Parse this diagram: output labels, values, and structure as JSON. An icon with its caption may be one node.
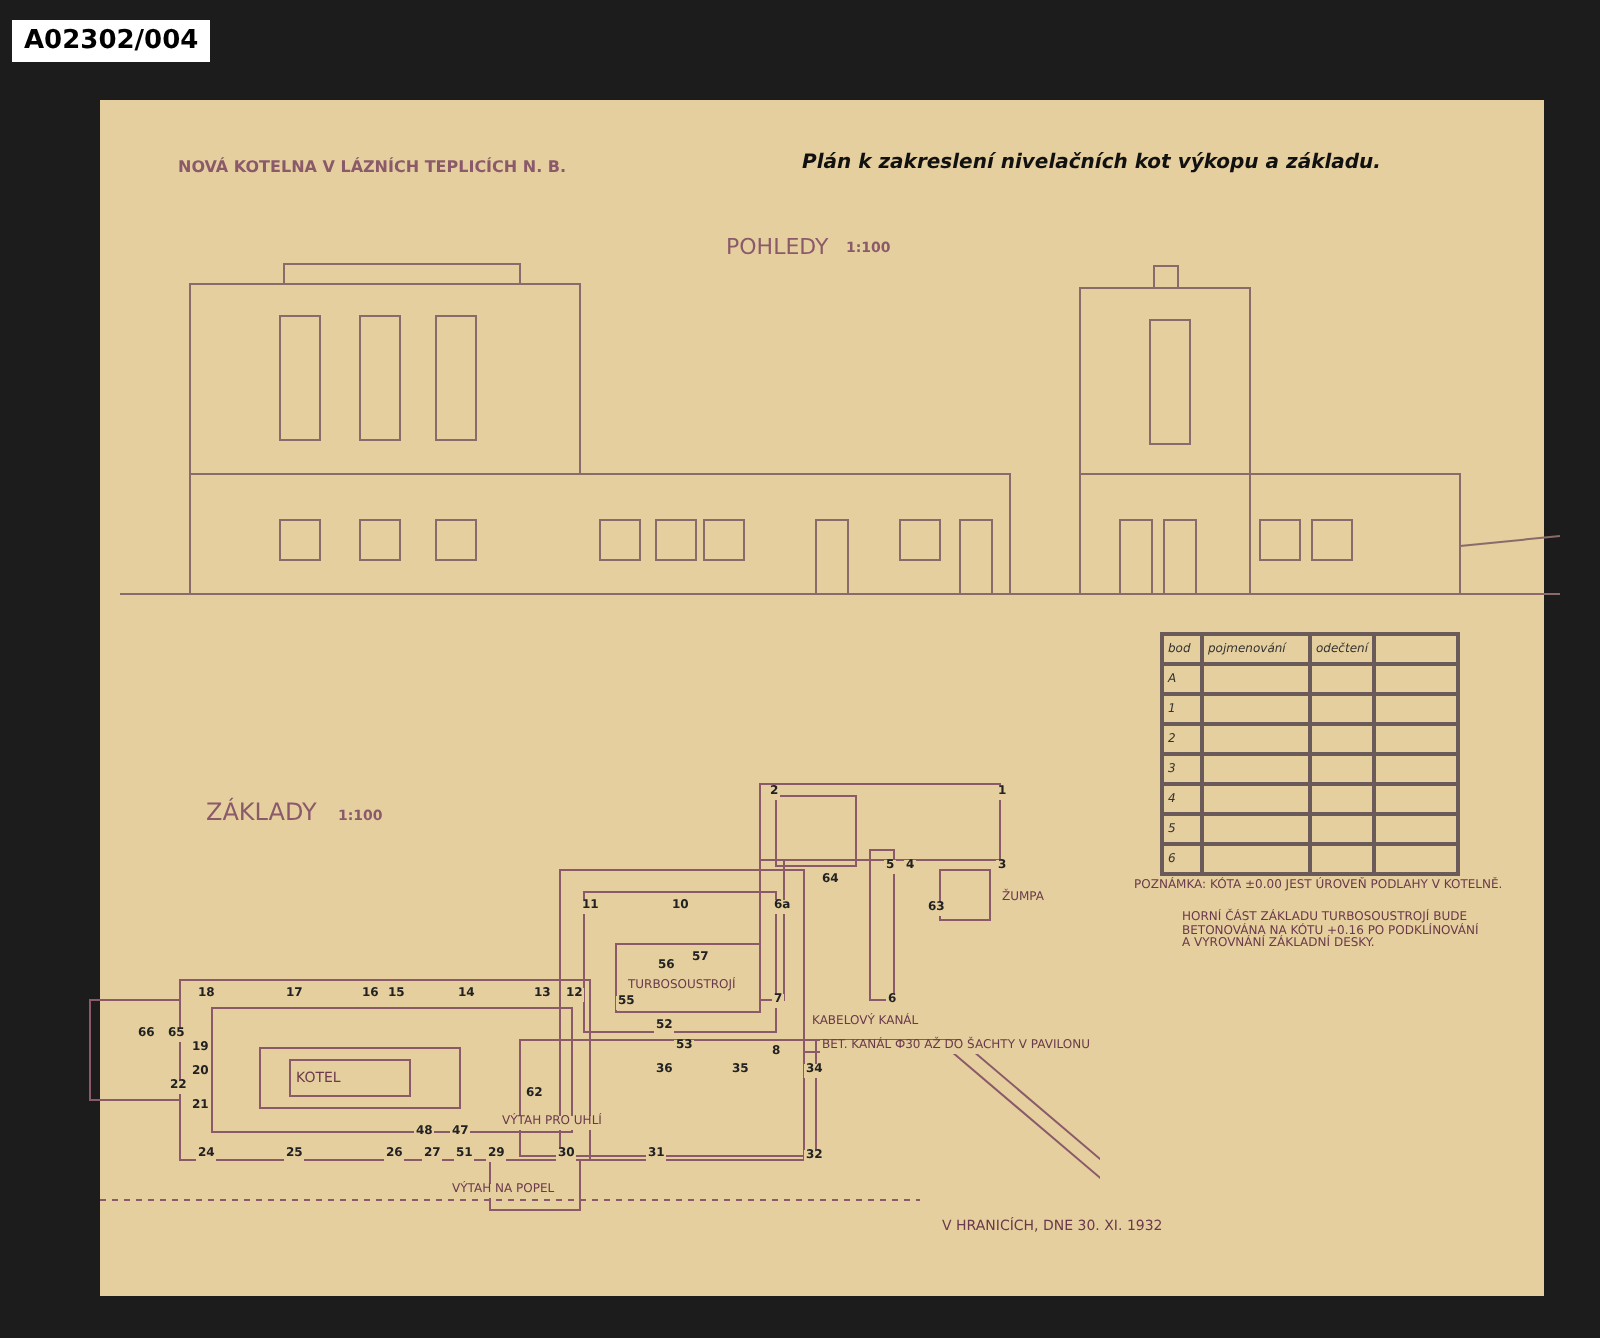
{
  "diagram": {
    "title": "NOVÁ KOTELNA V LÁZNÍCH TEPLICÍCH N. B.",
    "labels": [
      "A02302/004",
      "Plán k zakreslení nivelačních kot výkopu a základu.",
      "POHLEDY",
      "1:100",
      "ZÁKLADY",
      "1:100",
      "KOTEL",
      "VÝTAH PRO UHLÍ",
      "VÝTAH NA POPEL",
      "KABELOVÝ KANÁL",
      "BET. KANÁL Ф30 AŽ DO ŠACHTY V PAVILONU",
      "ŽUMPA",
      "TURBOSOUSTROJÍ",
      "POZNÁMKA: KÓTA ±0.00 JEST ÚROVEŇ PODLAHY V KOTELNĚ.",
      "HORNÍ ČÁST ZÁKLADU TURBOSOUSTROJÍ BUDE BETONOVÁNA NA KÓTU +0.16 PO PODKLÍNOVÁNÍ A VYROVNÁNÍ ZÁKLADNÍ DESKY.",
      "V HRANICÍCH, DNE 30. XI. 1932",
      "1",
      "2",
      "3",
      "4",
      "5",
      "6",
      "6a",
      "7",
      "8",
      "10",
      "11",
      "12",
      "13",
      "14",
      "15",
      "16",
      "17",
      "18",
      "19",
      "20",
      "21",
      "22",
      "24",
      "25",
      "26",
      "27",
      "29",
      "30",
      "31",
      "32",
      "34",
      "35",
      "36",
      "47",
      "48",
      "51",
      "52",
      "53",
      "55",
      "56",
      "57",
      "62",
      "63",
      "64",
      "65",
      "66",
      "bod",
      "pojmenování",
      "odečtení",
      "A",
      "1",
      "2",
      "3",
      "4",
      "5",
      "6"
    ]
  }
}
